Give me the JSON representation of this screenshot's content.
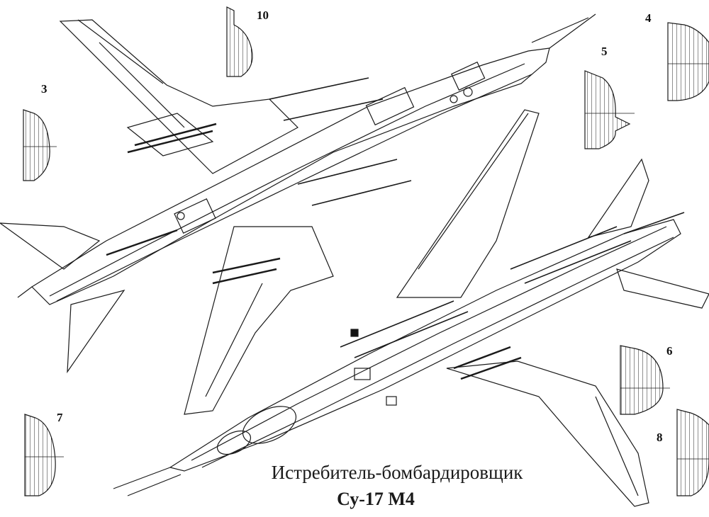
{
  "section_labels": [
    "10",
    "4",
    "5",
    "3",
    "6",
    "7",
    "8"
  ],
  "caption": {
    "subtitle": "Истребитель-бомбардировщик",
    "title": "Су-17 М4"
  }
}
